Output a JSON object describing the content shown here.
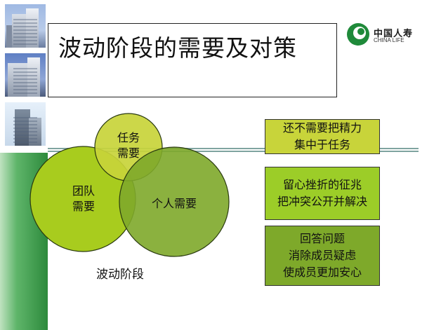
{
  "title": "波动阶段的需要及对策",
  "logo": {
    "cn": "中国人寿",
    "en": "CHINA LIFE"
  },
  "diagram": {
    "circles": [
      {
        "label_lines": [
          "任务",
          "需要"
        ]
      },
      {
        "label_lines": [
          "团队",
          "需要"
        ]
      },
      {
        "label_lines": [
          "个人需要"
        ]
      }
    ],
    "phase_label": "波动阶段"
  },
  "boxes": [
    {
      "lines": [
        "还不需要把精力",
        "集中于任务"
      ],
      "color": "#c8d43a"
    },
    {
      "lines": [
        "留心挫折的征兆",
        "把冲突公开并解决"
      ],
      "color": "#9ccd28"
    },
    {
      "lines": [
        "回答问题",
        "消除成员疑虑",
        "使成员更加安心"
      ],
      "color": "#7ea92a"
    }
  ],
  "colors": {
    "accent_green": "#2d8a3c",
    "rule": "#7fa4a0"
  }
}
